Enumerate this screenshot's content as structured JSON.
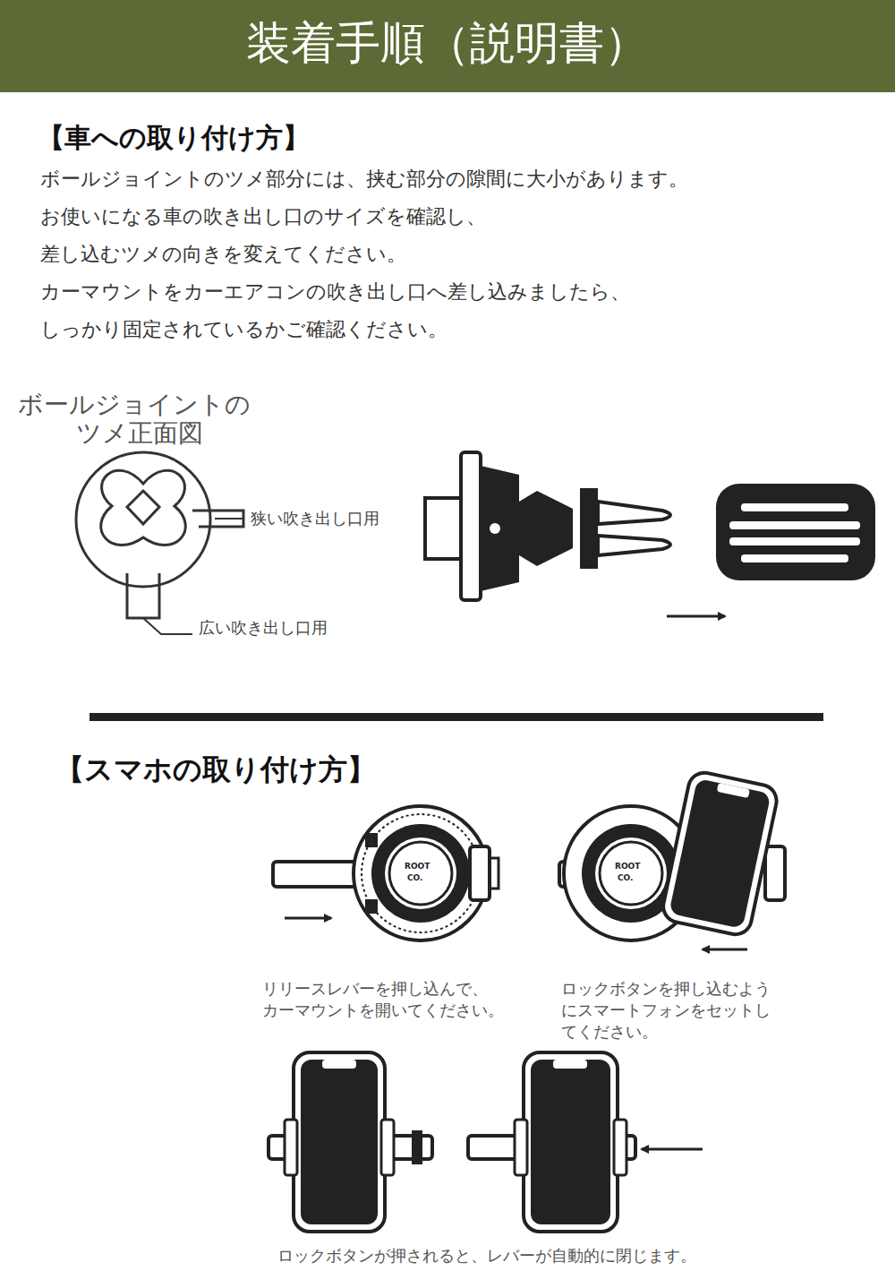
{
  "diagram": {
    "title": "装着手順（説明書）",
    "labels": [
      "【車への取り付け方】",
      "ボールジョイントのツメ部分には、挟む部分の隙間に大小があります。",
      "お使いになる車の吹き出し口のサイズを確認し、",
      "差し込むツメの向きを変えてください。",
      "カーマウントをカーエアコンの吹き出し口へ差し込みましたら、",
      "しっかり固定されているかご確認ください。",
      "ボールジョイントの",
      "ツメ正面図",
      "狭い吹き出し口用",
      "広い吹き出し口用",
      "【スマホの取り付け方】",
      "ROOT",
      "CO.",
      "ROOT",
      "CO.",
      "リリースレバーを押し込んで、",
      "カーマウントを開いてください。",
      "ロックボタンを押し込むよう",
      "にスマートフォンをセットし",
      "てください。",
      "ロックボタンが押されると、レバーが自動的に閉じます。"
    ]
  }
}
